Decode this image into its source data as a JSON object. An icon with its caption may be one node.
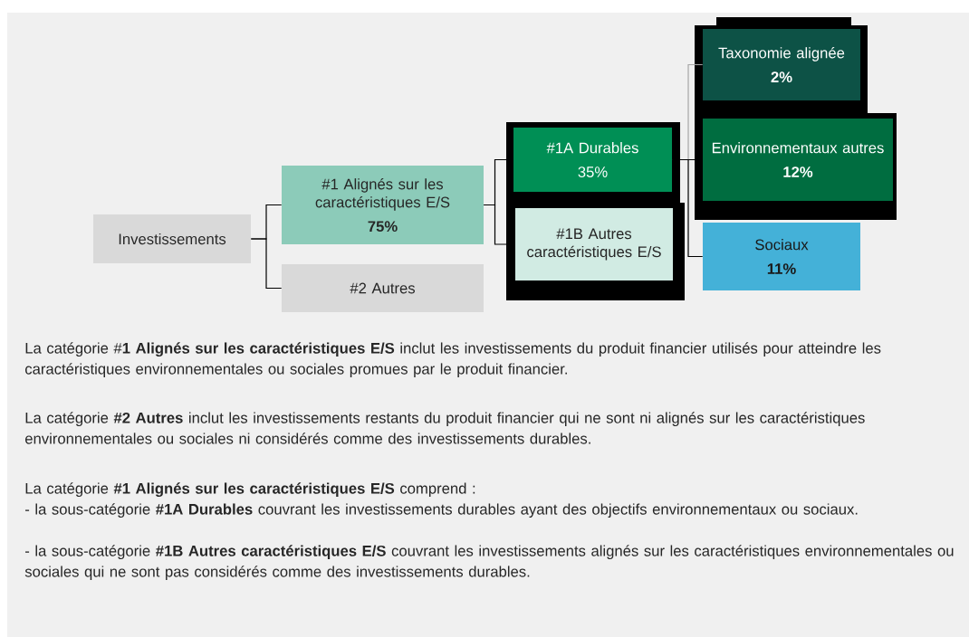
{
  "diagram": {
    "nodes": [
      {
        "text": [
          "Investissements"
        ]
      },
      {
        "text": [
          "#1 Alignés sur les caractéristiques E/S",
          "75%"
        ]
      },
      {
        "text": [
          "#2 Autres"
        ]
      },
      {
        "text": [
          "#1A Durables",
          "35%"
        ]
      },
      {
        "text": [
          "#1B Autres caractéristiques E/S"
        ]
      },
      {
        "text": [
          "Taxonomie alignée",
          "2%"
        ]
      },
      {
        "text": [
          "Environnementaux autres",
          "12%"
        ]
      },
      {
        "text": [
          "Sociaux",
          "11%"
        ]
      }
    ],
    "edges": [
      {
        "from": 0,
        "to": 1,
        "arrow": "none"
      },
      {
        "from": 0,
        "to": 2,
        "arrow": "none"
      },
      {
        "from": 1,
        "to": 3,
        "arrow": "none"
      },
      {
        "from": 1,
        "to": 4,
        "arrow": "none"
      },
      {
        "from": 3,
        "to": 5,
        "arrow": "none",
        "color": "#a6a6a6"
      },
      {
        "from": 3,
        "to": 6,
        "arrow": "none"
      },
      {
        "from": 3,
        "to": 7,
        "arrow": "none"
      }
    ],
    "labels": [
      "La catégorie #**1 Alignés sur les caractéristiques E/S** inclut les investissements du produit financier utilisés pour atteindre les caractéristiques environnementales ou sociales promues par le produit financier.",
      "La catégorie **#2 Autres** inclut les investissements restants du produit financier qui ne sont ni alignés sur les caractéristiques environnementales ou sociales ni considérés comme des investissements durables.",
      "La catégorie **#1 Alignés sur les caractéristiques E/S** comprend :",
      "- la sous-catégorie **#1A Durables** couvrant les investissements durables ayant des objectifs environnementaux ou sociaux.",
      "- la sous-catégorie **#1B Autres caractéristiques E/S** couvrant les investissements alignés sur les caractéristiques environnementales ou sociales qui ne sont pas considérés comme des investissements durables."
    ]
  }
}
